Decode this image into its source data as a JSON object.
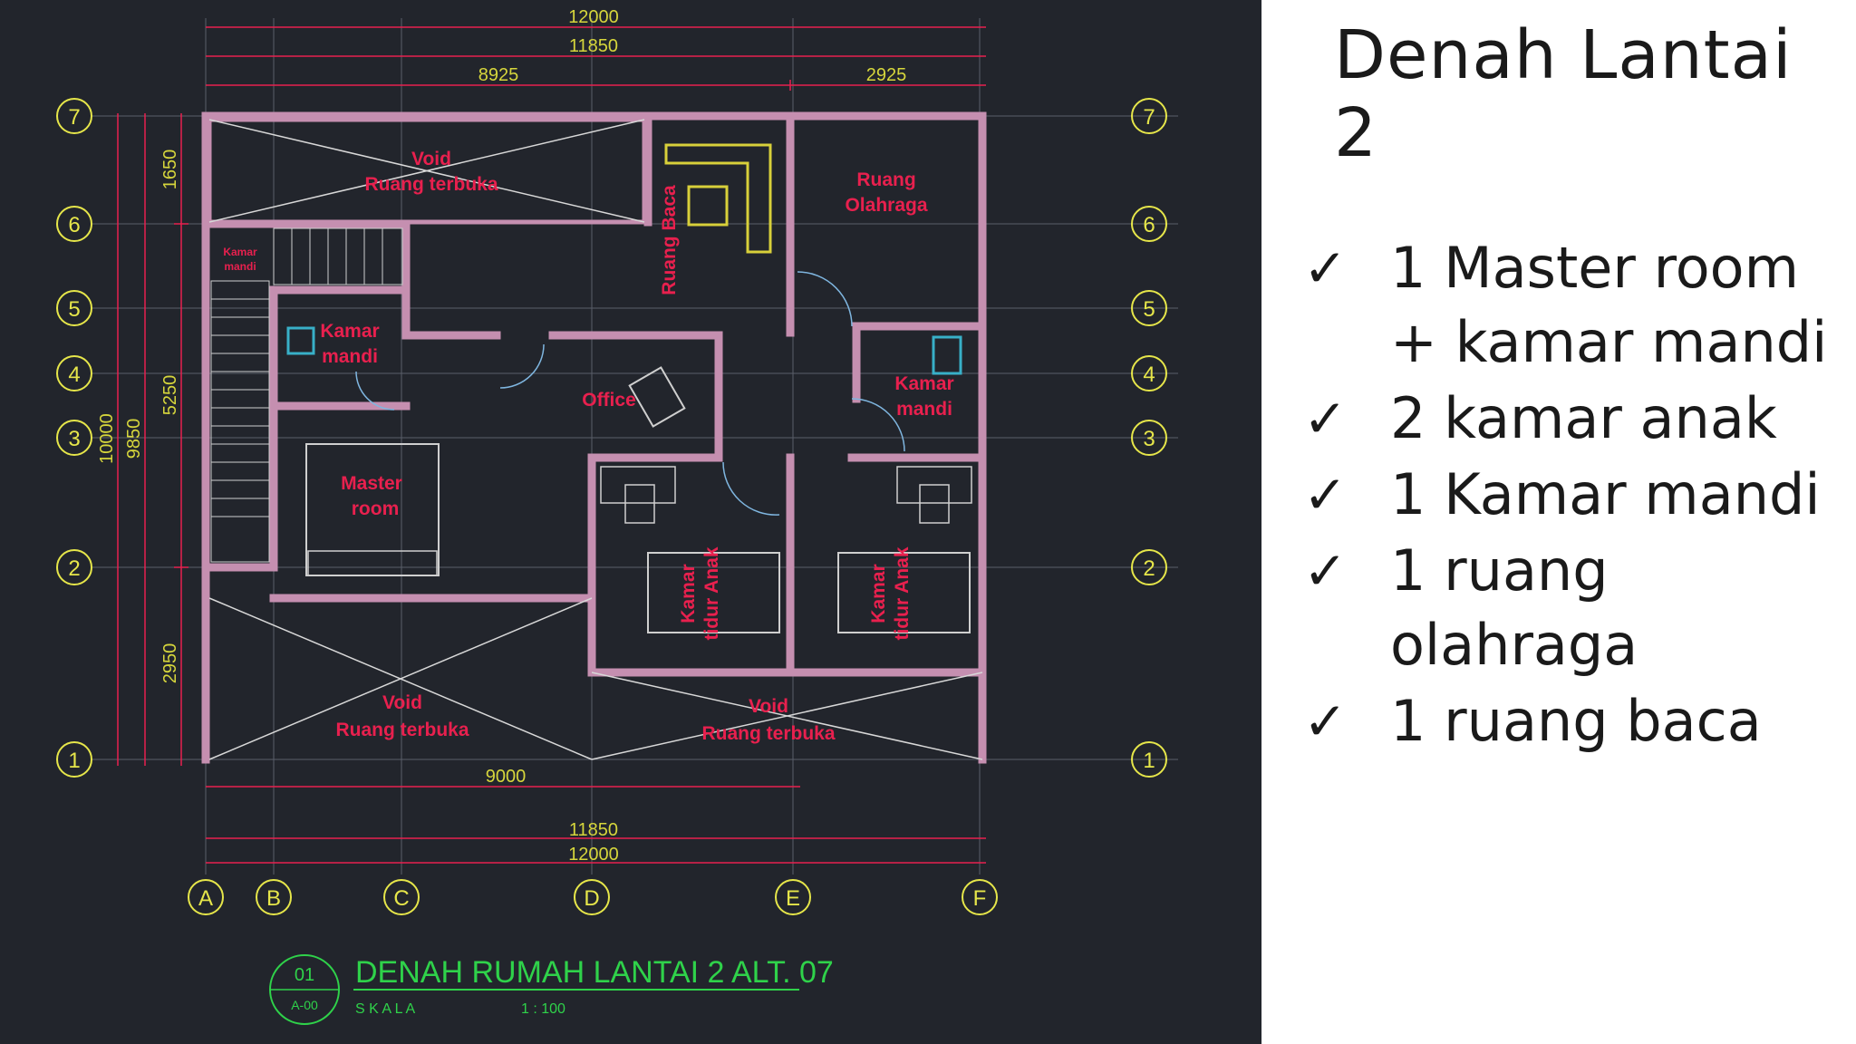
{
  "slide_title": "Denah Lantai 2",
  "bullets": [
    {
      "text": "1 Master room + kamar mandi"
    },
    {
      "text": "2 kamar anak"
    },
    {
      "text": "1 Kamar mandi"
    },
    {
      "text": "1 ruang olahraga"
    },
    {
      "text": "1 ruang baca"
    }
  ],
  "check_symbol": "✓",
  "plan": {
    "title": "DENAH RUMAH LANTAI 2 ALT. 07",
    "scale_label": "S K A L A",
    "scale_value": "1 : 100",
    "sheet_number": "01",
    "sheet_code": "A-00",
    "dim_top_total": "12000",
    "dim_top_inner": "11850",
    "dim_top_left": "8925",
    "dim_top_right": "2925",
    "dim_bottom_9000": "9000",
    "dim_bottom_inner": "11850",
    "dim_bottom_total": "12000",
    "dim_left_10000": "10000",
    "dim_left_9850": "9850",
    "dim_left_1650": "1650",
    "dim_left_5250": "5250",
    "dim_left_2950": "2950",
    "grid_rows": [
      "7",
      "6",
      "5",
      "4",
      "3",
      "2",
      "1"
    ],
    "grid_cols": [
      "A",
      "B",
      "C",
      "D",
      "E",
      "F"
    ],
    "rooms": {
      "void_top_1": "Void",
      "void_top_2": "Ruang terbuka",
      "ruang_baca": "Ruang Baca",
      "olahraga_1": "Ruang",
      "olahraga_2": "Olahraga",
      "kamar_mandi_small_1": "Kamar",
      "kamar_mandi_small_2": "mandi",
      "km_left_1": "Kamar",
      "km_left_2": "mandi",
      "km_right_1": "Kamar",
      "km_right_2": "mandi",
      "office": "Office",
      "master_1": "Master",
      "master_2": "room",
      "anak_1_a": "Kamar",
      "anak_1_b": "tidur Anak",
      "anak_2_a": "Kamar",
      "anak_2_b": "tidur Anak",
      "void_bl_1": "Void",
      "void_bl_2": "Ruang terbuka",
      "void_br_1": "Void",
      "void_br_2": "Ruang terbuka"
    }
  },
  "colors": {
    "cad_background": "#22252c",
    "wall": "#c58fb0",
    "room_label": "#e8204e",
    "dimension": "#d6d63c",
    "title_green": "#2fd24a",
    "grid_line": "#5a5f6a"
  }
}
